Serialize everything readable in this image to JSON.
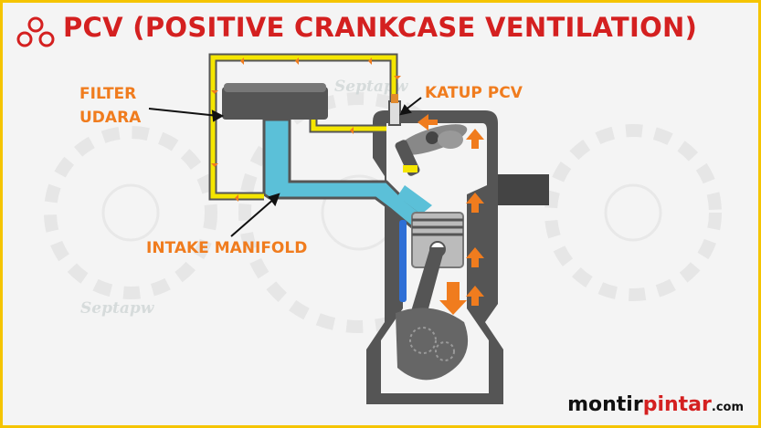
{
  "title": "PCV (POSITIVE CRANKCASE VENTILATION)",
  "labels": {
    "filter_line1": "FILTER",
    "filter_line2": "UDARA",
    "katup": "KATUP PCV",
    "intake": "INTAKE MANIFOLD"
  },
  "brand": {
    "part1": "montir",
    "part2": "pintar",
    "part3": ".com"
  },
  "watermark": "Septapw",
  "colors": {
    "title": "#d42020",
    "label": "#f07c1e",
    "hose": "#f5e600",
    "intake": "#5bc0d8",
    "engine": "#555555",
    "arrow": "#f07c1e"
  },
  "icons": [
    "rings-logo-icon"
  ]
}
